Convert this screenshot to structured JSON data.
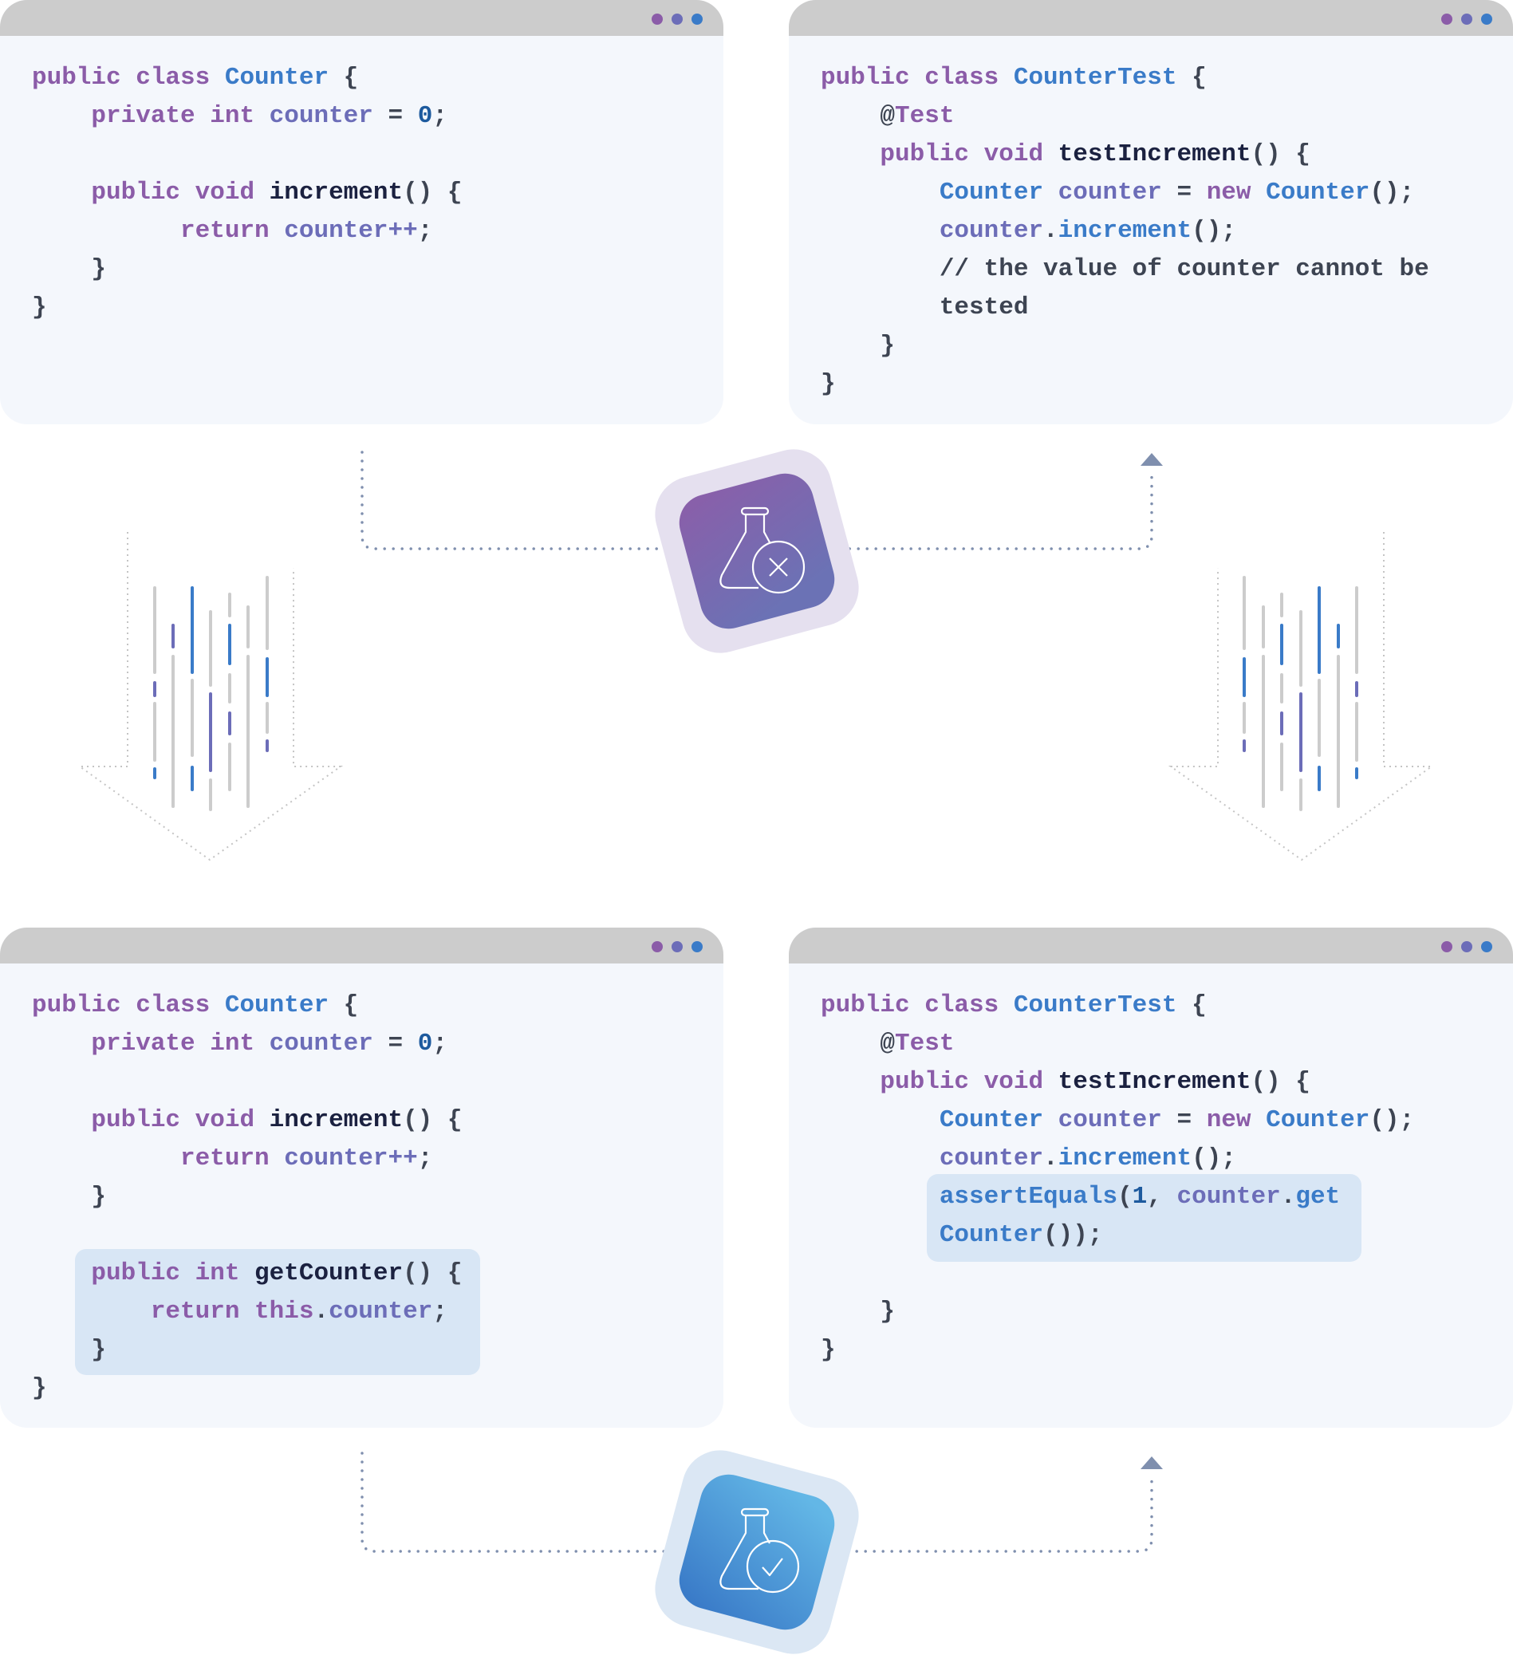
{
  "colors": {
    "panel_bg": "#f4f7fc",
    "header": "#cccccc",
    "dot_purple": "#8b5ca8",
    "dot_violet": "#6c6db8",
    "dot_blue": "#3a7bc8",
    "highlight": "#d8e6f5",
    "fail_gradient": [
      "#8b5ea9",
      "#6b72b5"
    ],
    "pass_gradient": [
      "#63b7e6",
      "#3a7bc8"
    ]
  },
  "panels": [
    {
      "id": "counter-before",
      "lines": [
        [
          {
            "t": "public class ",
            "c": "kw"
          },
          {
            "t": "Counter",
            "c": "type"
          },
          {
            "t": " {",
            "c": "punct"
          }
        ],
        [
          {
            "t": "    private int ",
            "c": "kw"
          },
          {
            "t": "counter",
            "c": "field"
          },
          {
            "t": " = ",
            "c": "punct"
          },
          {
            "t": "0",
            "c": "num"
          },
          {
            "t": ";",
            "c": "punct"
          }
        ],
        [],
        [
          {
            "t": "    public void ",
            "c": "kw"
          },
          {
            "t": "increment",
            "c": "method"
          },
          {
            "t": "() {",
            "c": "punct"
          }
        ],
        [
          {
            "t": "          return ",
            "c": "kw"
          },
          {
            "t": "counter++",
            "c": "field"
          },
          {
            "t": ";",
            "c": "punct"
          }
        ],
        [
          {
            "t": "    }",
            "c": "punct"
          }
        ],
        [
          {
            "t": "}",
            "c": "punct"
          }
        ]
      ]
    },
    {
      "id": "test-before",
      "lines": [
        [
          {
            "t": "public class ",
            "c": "kw"
          },
          {
            "t": "CounterTest",
            "c": "type"
          },
          {
            "t": " {",
            "c": "punct"
          }
        ],
        [
          {
            "t": "    @",
            "c": "punct"
          },
          {
            "t": "Test",
            "c": "kw"
          }
        ],
        [
          {
            "t": "    public void ",
            "c": "kw"
          },
          {
            "t": "testIncrement",
            "c": "method"
          },
          {
            "t": "() {",
            "c": "punct"
          }
        ],
        [
          {
            "t": "        Counter ",
            "c": "type"
          },
          {
            "t": "counter",
            "c": "field"
          },
          {
            "t": " = ",
            "c": "punct"
          },
          {
            "t": "new ",
            "c": "kw"
          },
          {
            "t": "Counter",
            "c": "type"
          },
          {
            "t": "();",
            "c": "punct"
          }
        ],
        [
          {
            "t": "        counter",
            "c": "field"
          },
          {
            "t": ".",
            "c": "punct"
          },
          {
            "t": "increment",
            "c": "type"
          },
          {
            "t": "();",
            "c": "punct"
          }
        ],
        [
          {
            "t": "        // the value of counter cannot be",
            "c": "comment"
          }
        ],
        [
          {
            "t": "        tested",
            "c": "comment"
          }
        ],
        [
          {
            "t": "    }",
            "c": "punct"
          }
        ],
        [
          {
            "t": "}",
            "c": "punct"
          }
        ]
      ]
    },
    {
      "id": "counter-after",
      "lines": [
        [
          {
            "t": "public class ",
            "c": "kw"
          },
          {
            "t": "Counter",
            "c": "type"
          },
          {
            "t": " {",
            "c": "punct"
          }
        ],
        [
          {
            "t": "    private int ",
            "c": "kw"
          },
          {
            "t": "counter",
            "c": "field"
          },
          {
            "t": " = ",
            "c": "punct"
          },
          {
            "t": "0",
            "c": "num"
          },
          {
            "t": ";",
            "c": "punct"
          }
        ],
        [],
        [
          {
            "t": "    public void ",
            "c": "kw"
          },
          {
            "t": "increment",
            "c": "method"
          },
          {
            "t": "() {",
            "c": "punct"
          }
        ],
        [
          {
            "t": "          return ",
            "c": "kw"
          },
          {
            "t": "counter++",
            "c": "field"
          },
          {
            "t": ";",
            "c": "punct"
          }
        ],
        [
          {
            "t": "    }",
            "c": "punct"
          }
        ],
        [],
        [
          {
            "t": "    public int ",
            "c": "kw"
          },
          {
            "t": "getCounter",
            "c": "method"
          },
          {
            "t": "() {",
            "c": "punct"
          }
        ],
        [
          {
            "t": "        return this",
            "c": "kw"
          },
          {
            "t": ".",
            "c": "punct"
          },
          {
            "t": "counter",
            "c": "field"
          },
          {
            "t": ";",
            "c": "punct"
          }
        ],
        [
          {
            "t": "    }",
            "c": "punct"
          }
        ],
        [
          {
            "t": "}",
            "c": "punct"
          }
        ]
      ]
    },
    {
      "id": "test-after",
      "lines": [
        [
          {
            "t": "public class ",
            "c": "kw"
          },
          {
            "t": "CounterTest",
            "c": "type"
          },
          {
            "t": " {",
            "c": "punct"
          }
        ],
        [
          {
            "t": "    @",
            "c": "punct"
          },
          {
            "t": "Test",
            "c": "kw"
          }
        ],
        [
          {
            "t": "    public void ",
            "c": "kw"
          },
          {
            "t": "testIncrement",
            "c": "method"
          },
          {
            "t": "() {",
            "c": "punct"
          }
        ],
        [
          {
            "t": "        Counter ",
            "c": "type"
          },
          {
            "t": "counter",
            "c": "field"
          },
          {
            "t": " = ",
            "c": "punct"
          },
          {
            "t": "new ",
            "c": "kw"
          },
          {
            "t": "Counter",
            "c": "type"
          },
          {
            "t": "();",
            "c": "punct"
          }
        ],
        [
          {
            "t": "        counter",
            "c": "field"
          },
          {
            "t": ".",
            "c": "punct"
          },
          {
            "t": "increment",
            "c": "type"
          },
          {
            "t": "();",
            "c": "punct"
          }
        ],
        [
          {
            "t": "        assertEquals",
            "c": "type"
          },
          {
            "t": "(",
            "c": "punct"
          },
          {
            "t": "1",
            "c": "num"
          },
          {
            "t": ", ",
            "c": "punct"
          },
          {
            "t": "counter",
            "c": "field"
          },
          {
            "t": ".",
            "c": "punct"
          },
          {
            "t": "get",
            "c": "type"
          }
        ],
        [
          {
            "t": "        Counter",
            "c": "type"
          },
          {
            "t": "());",
            "c": "punct"
          }
        ],
        [],
        [
          {
            "t": "    }",
            "c": "punct"
          }
        ],
        [
          {
            "t": "}",
            "c": "punct"
          }
        ]
      ]
    }
  ],
  "icons": {
    "fail": "flask-fail-icon",
    "pass": "flask-pass-icon"
  }
}
